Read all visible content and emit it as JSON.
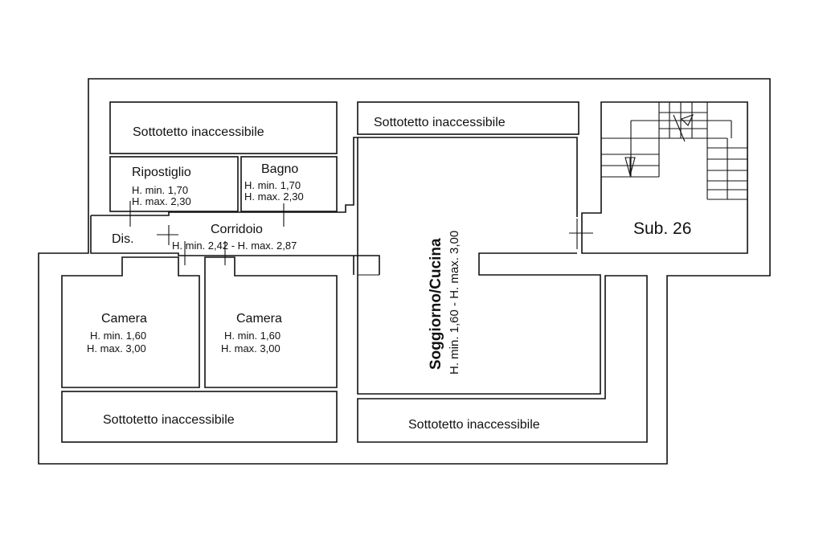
{
  "plan": {
    "attic_labels": [
      "Sottotetto inaccessibile",
      "Sottotetto inaccessibile",
      "Sottotetto inaccessibile",
      "Sottotetto inaccessibile"
    ],
    "ripostiglio": {
      "name": "Ripostiglio",
      "hmin": "H. min. 1,70",
      "hmax": "H. max. 2,30"
    },
    "bagno": {
      "name": "Bagno",
      "hmin": "H. min. 1,70",
      "hmax": "H. max. 2,30"
    },
    "dis": {
      "name": "Dis."
    },
    "corridoio": {
      "name": "Corridoio",
      "heights": "H. min. 2,42 - H. max. 2,87"
    },
    "camera1": {
      "name": "Camera",
      "hmin": "H. min. 1,60",
      "hmax": "H. max. 3,00"
    },
    "camera2": {
      "name": "Camera",
      "hmin": "H. min. 1,60",
      "hmax": "H. max. 3,00"
    },
    "soggiorno": {
      "name": "Soggiorno/Cucina",
      "heights": "H. min. 1,60 - H. max. 3,00"
    },
    "sub": {
      "name": "Sub. 26"
    }
  }
}
